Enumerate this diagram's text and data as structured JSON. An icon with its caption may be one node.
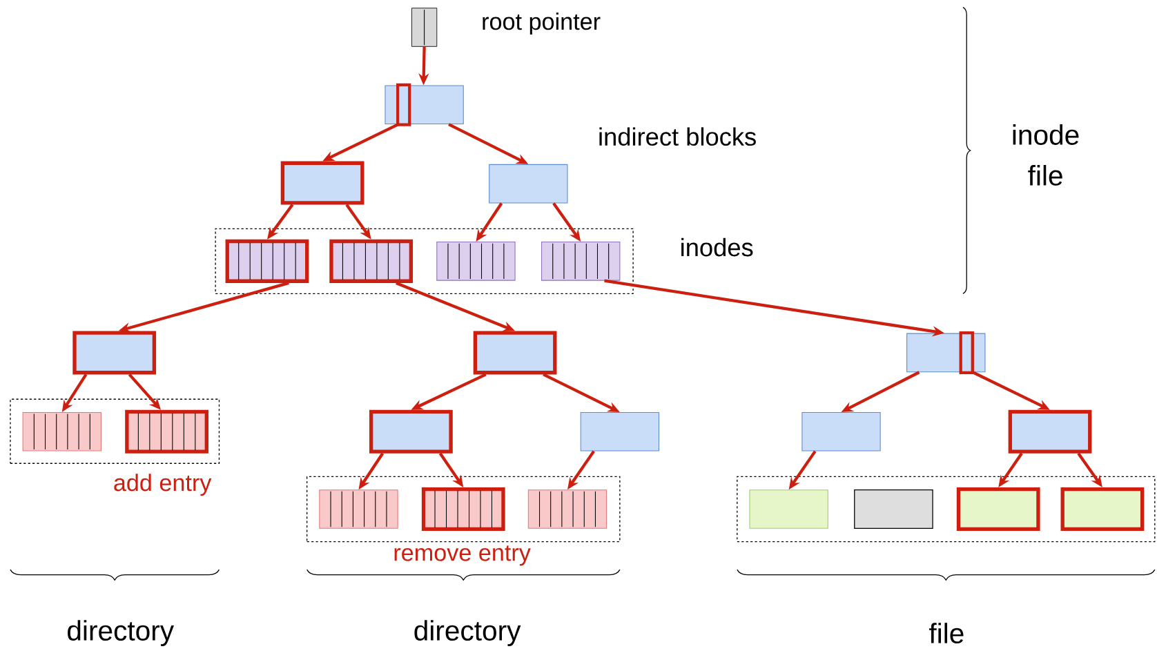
{
  "diagram": {
    "nodes": [
      {
        "text": [],
        "shape": "box",
        "beside": [
          "root pointer"
        ]
      },
      {
        "text": [],
        "shape": "box"
      },
      {
        "text": [],
        "shape": "box"
      },
      {
        "text": [],
        "shape": "box"
      },
      {
        "text": [],
        "shape": "box"
      },
      {
        "text": [],
        "shape": "box",
        "in": 4
      },
      {
        "text": [],
        "shape": "box",
        "in": 4
      },
      {
        "text": [],
        "shape": "box",
        "in": 4
      },
      {
        "text": [],
        "shape": "box",
        "in": 4
      },
      {
        "text": [],
        "shape": "box"
      },
      {
        "text": [],
        "shape": "box",
        "beside": [
          "add entry"
        ]
      },
      {
        "text": [],
        "shape": "box",
        "in": 10
      },
      {
        "text": [],
        "shape": "box",
        "in": 10
      },
      {
        "text": [],
        "shape": "box"
      },
      {
        "text": [],
        "shape": "box"
      },
      {
        "text": [],
        "shape": "box"
      },
      {
        "text": [],
        "shape": "box",
        "beside": [
          "remove entry"
        ]
      },
      {
        "text": [],
        "shape": "box",
        "in": 16
      },
      {
        "text": [],
        "shape": "box",
        "in": 16
      },
      {
        "text": [],
        "shape": "box",
        "in": 16
      },
      {
        "text": [],
        "shape": "box"
      },
      {
        "text": [],
        "shape": "box"
      },
      {
        "text": [],
        "shape": "box"
      },
      {
        "text": [],
        "shape": "box"
      },
      {
        "text": [],
        "shape": "box",
        "in": 23
      },
      {
        "text": [],
        "shape": "box",
        "in": 23
      },
      {
        "text": [],
        "shape": "box",
        "in": 23
      },
      {
        "text": [],
        "shape": "box",
        "in": 23
      }
    ],
    "edges": [
      {
        "from": 0,
        "to": 1,
        "arrow": "to"
      },
      {
        "from": 1,
        "to": 2,
        "arrow": "to"
      },
      {
        "from": 1,
        "to": 3,
        "arrow": "to"
      },
      {
        "from": 2,
        "to": 5,
        "arrow": "to"
      },
      {
        "from": 2,
        "to": 6,
        "arrow": "to"
      },
      {
        "from": 3,
        "to": 7,
        "arrow": "to"
      },
      {
        "from": 3,
        "to": 8,
        "arrow": "to"
      },
      {
        "from": 5,
        "to": 9,
        "arrow": "to"
      },
      {
        "from": 6,
        "to": 13,
        "arrow": "to"
      },
      {
        "from": 8,
        "to": 20,
        "arrow": "to"
      },
      {
        "from": 9,
        "to": 11,
        "arrow": "to"
      },
      {
        "from": 9,
        "to": 12,
        "arrow": "to"
      },
      {
        "from": 13,
        "to": 14,
        "arrow": "to"
      },
      {
        "from": 13,
        "to": 15,
        "arrow": "to"
      },
      {
        "from": 14,
        "to": 17,
        "arrow": "to"
      },
      {
        "from": 14,
        "to": 18,
        "arrow": "to"
      },
      {
        "from": 15,
        "to": 19,
        "arrow": "to"
      },
      {
        "from": 20,
        "to": 21,
        "arrow": "to"
      },
      {
        "from": 20,
        "to": 22,
        "arrow": "to"
      },
      {
        "from": 21,
        "to": 24,
        "arrow": "to"
      },
      {
        "from": 22,
        "to": 26,
        "arrow": "to"
      },
      {
        "from": 22,
        "to": 27,
        "arrow": "to"
      }
    ],
    "labels": [
      "indirect blocks",
      "inodes",
      "inode file",
      "directory",
      "directory",
      "file"
    ]
  }
}
